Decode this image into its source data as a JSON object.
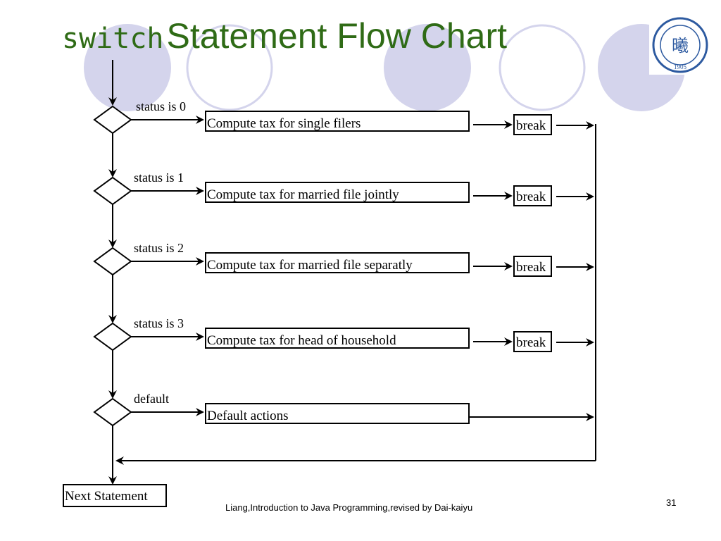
{
  "slide": {
    "title_code": "switch",
    "title_text": "Statement Flow Chart",
    "footer": "Liang,Introduction to Java Programming,revised by Dai-kaiyu",
    "page_number": "31",
    "accent_color": "#2f6b16",
    "circle_color": "#d4d4ec"
  },
  "logo": {
    "year": "1905",
    "center_glyph": "曦"
  },
  "flow": {
    "cases": [
      {
        "condition": "status is 0",
        "action": "Compute tax for single filers",
        "exit": "break"
      },
      {
        "condition": "status is 1",
        "action": "Compute tax for married file jointly",
        "exit": "break"
      },
      {
        "condition": "status is 2",
        "action": "Compute tax for married file separatly",
        "exit": "break"
      },
      {
        "condition": "status is 3",
        "action": "Compute tax for head of household",
        "exit": "break"
      },
      {
        "condition": "default",
        "action": "Default actions",
        "exit": ""
      }
    ],
    "next_statement": "Next Statement"
  }
}
